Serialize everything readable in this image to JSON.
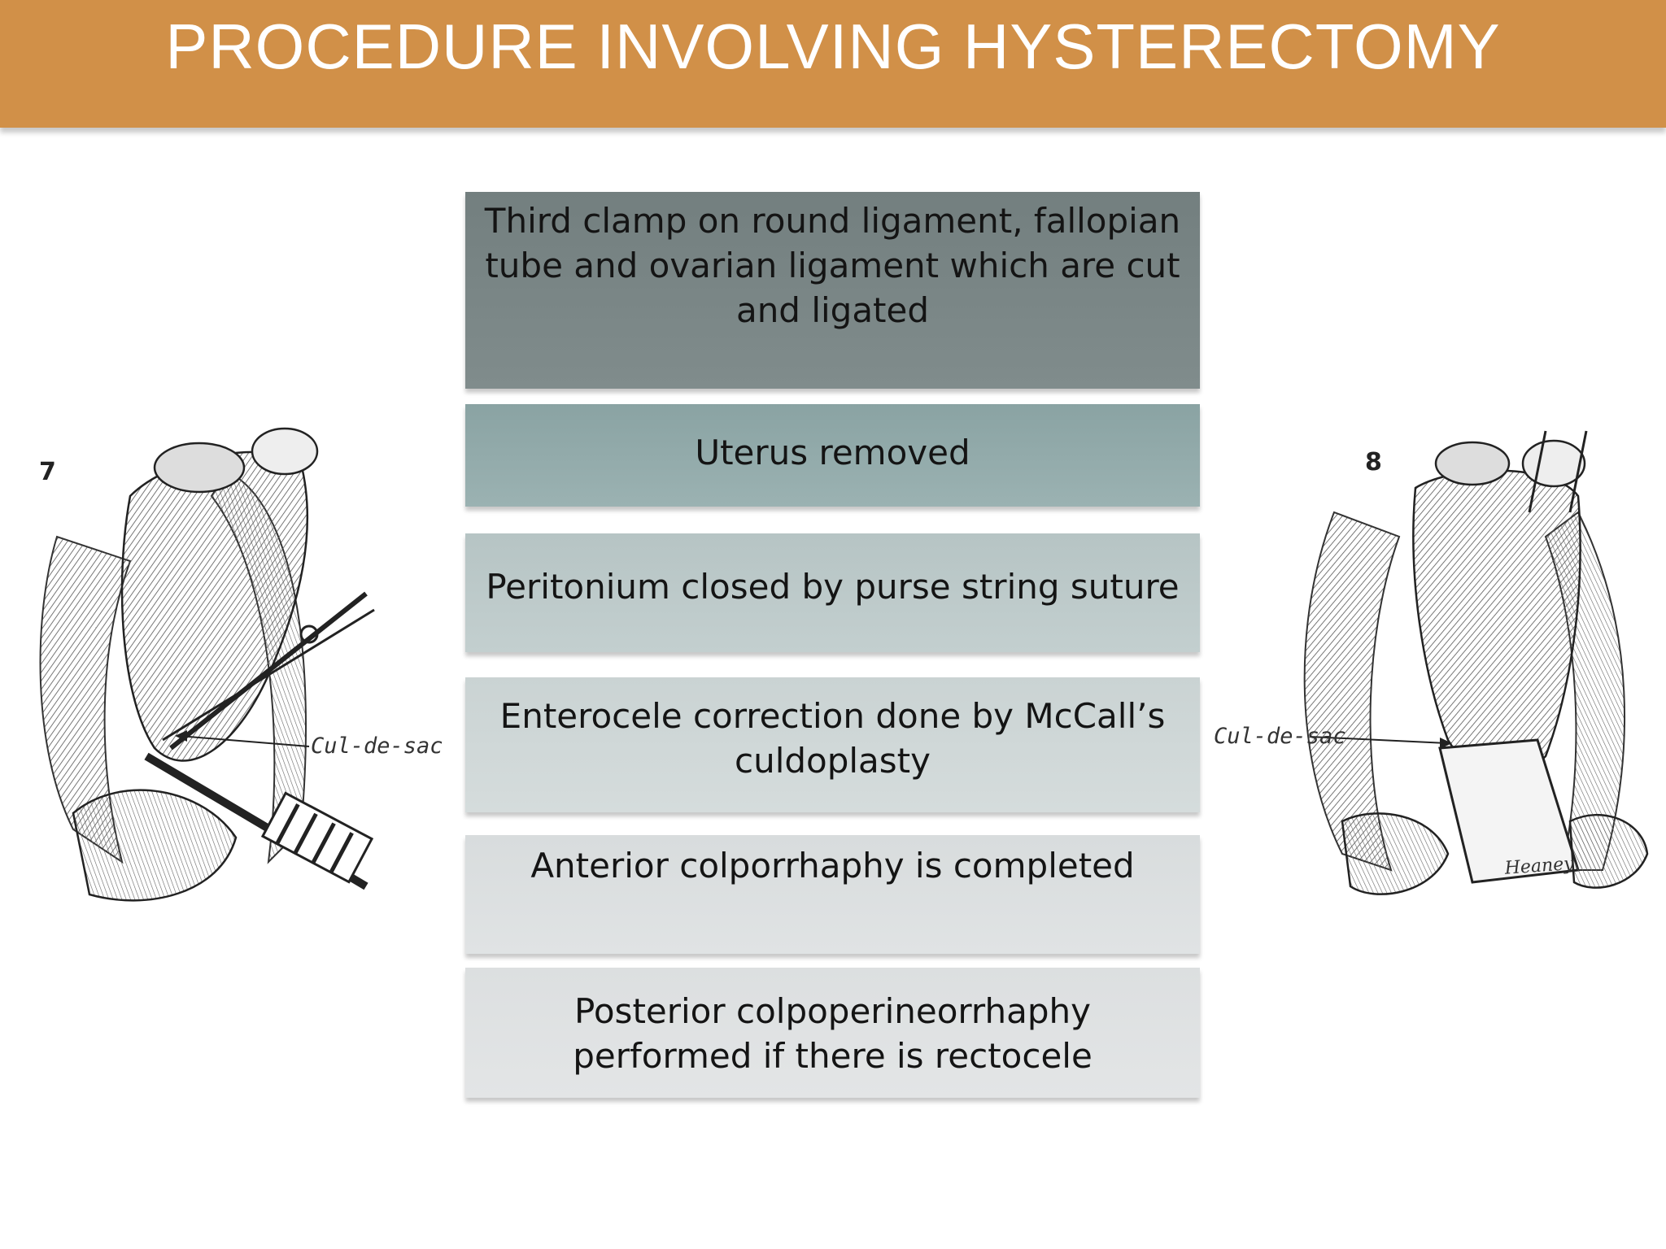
{
  "title": "PROCEDURE INVOLVING HYSTERECTOMY",
  "steps": [
    {
      "lines": [
        "Third clamp on round ligament, fallopian",
        "tube and ovarian ligament which are cut",
        "and ligated"
      ]
    },
    {
      "lines": [
        "Uterus removed"
      ]
    },
    {
      "lines": [
        "Peritonium closed by purse string suture"
      ]
    },
    {
      "lines": [
        "Enterocele correction done by McCall’s",
        "culdoplasty"
      ]
    },
    {
      "lines": [
        "Anterior colporrhaphy is completed"
      ]
    },
    {
      "lines": [
        "Posterior colpoperineorrhaphy",
        "performed if there is rectocele"
      ]
    }
  ],
  "figures": {
    "left": {
      "number": "7",
      "label": "Cul-de-sac"
    },
    "right": {
      "number": "8",
      "label": "Cul-de-sac",
      "signature": "Heaney"
    }
  },
  "colors": {
    "header": "#d19048",
    "header_text": "#ffffff",
    "step_text": "#141414"
  }
}
